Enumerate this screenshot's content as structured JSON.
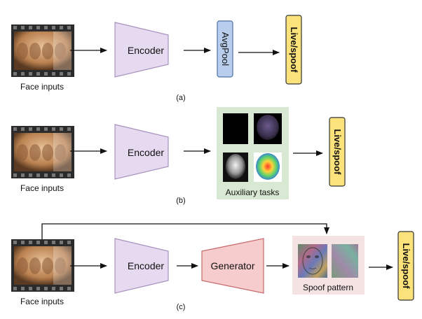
{
  "panels": [
    {
      "caption": "(a)",
      "input_label": "Face inputs",
      "encoder_label": "Encoder",
      "pool_label": "AvgPool",
      "output_label": "Live/spoof"
    },
    {
      "caption": "(b)",
      "input_label": "Face inputs",
      "encoder_label": "Encoder",
      "aux_label": "Auxiliary tasks",
      "output_label": "Live/spoof"
    },
    {
      "caption": "(c)",
      "input_label": "Face inputs",
      "encoder_label": "Encoder",
      "generator_label": "Generator",
      "spoof_label": "Spoof pattern",
      "output_label": "Live/spoof"
    }
  ],
  "colors": {
    "encoder_fill": "#e6daf0",
    "encoder_stroke": "#a892bf",
    "pool_fill": "#b9cdec",
    "pool_stroke": "#4d6fa8",
    "output_fill": "#fbe27a",
    "output_stroke": "#333333",
    "aux_bg": "#d8e8d2",
    "generator_fill": "#f6cccc",
    "generator_stroke": "#c96a6a",
    "spoof_bg": "#f5e3e3"
  }
}
